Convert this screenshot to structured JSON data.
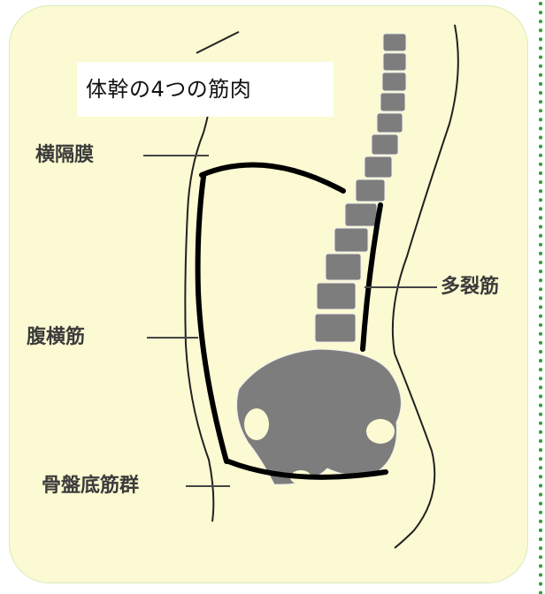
{
  "diagram": {
    "title": "体幹の4つの筋肉",
    "labels": {
      "diaphragm": "横隔膜",
      "multifidus": "多裂筋",
      "transversus_abdominis": "腹横筋",
      "pelvic_floor": "骨盤底筋群"
    },
    "colors": {
      "background": "#fcfad2",
      "border": "#d6ebb8",
      "bone": "#7d7d7d",
      "muscle": "#000000",
      "dots": "#2e9e3a"
    }
  }
}
